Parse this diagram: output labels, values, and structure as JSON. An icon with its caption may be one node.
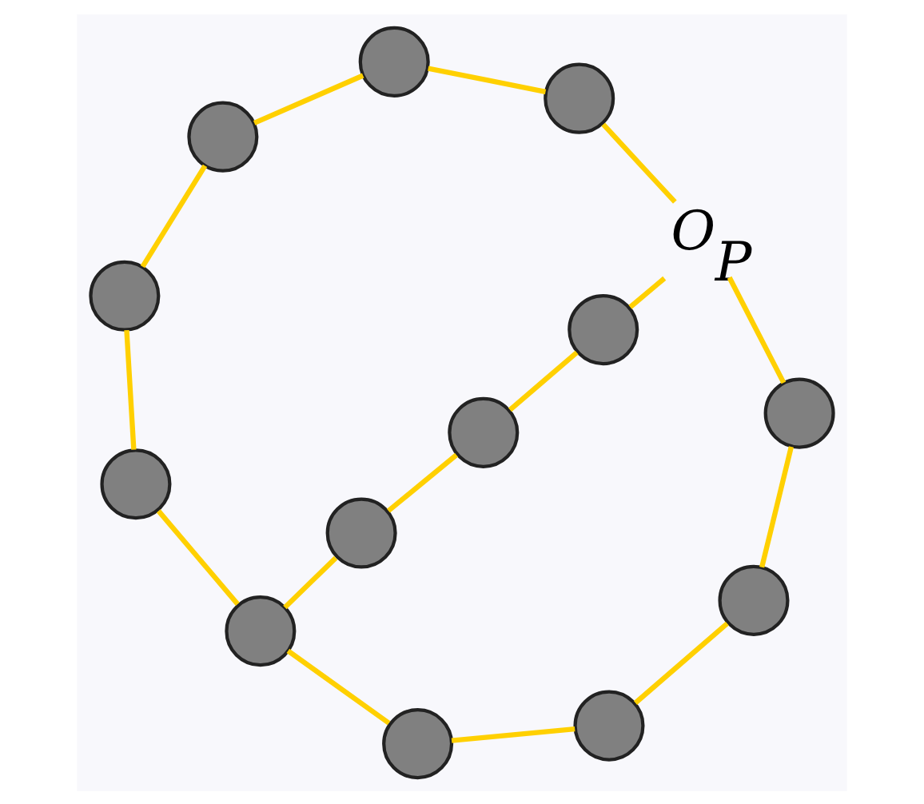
{
  "diagram": {
    "nodes": [
      {
        "text": [],
        "shape": "circle"
      },
      {
        "text": [],
        "shape": "circle"
      },
      {
        "text": [],
        "shape": "circle"
      },
      {
        "text": [],
        "shape": "circle"
      },
      {
        "text": [],
        "shape": "circle"
      },
      {
        "text": [],
        "shape": "circle"
      },
      {
        "text": [],
        "shape": "circle"
      },
      {
        "text": [],
        "shape": "circle"
      },
      {
        "text": [],
        "shape": "circle"
      },
      {
        "text": [],
        "shape": "circle"
      },
      {
        "text": [],
        "shape": "circle"
      },
      {
        "text": [],
        "shape": "circle"
      },
      {
        "text": [],
        "shape": "circle"
      },
      {
        "text": [],
        "shape": "point",
        "beside": [
          "O$_{P}$"
        ]
      }
    ],
    "edges": [
      {
        "from": 0,
        "to": 1,
        "arrow": "none"
      },
      {
        "from": 1,
        "to": 3,
        "arrow": "none"
      },
      {
        "from": 3,
        "to": 6,
        "arrow": "none"
      },
      {
        "from": 6,
        "to": 9,
        "arrow": "none"
      },
      {
        "from": 9,
        "to": 11,
        "arrow": "none"
      },
      {
        "from": 11,
        "to": 13,
        "arrow": "none"
      },
      {
        "from": 13,
        "to": 12,
        "arrow": "none"
      },
      {
        "from": 12,
        "to": 8,
        "arrow": "none"
      },
      {
        "from": 8,
        "to": 4,
        "arrow": "none"
      },
      {
        "from": 4,
        "to": 2,
        "arrow": "none"
      },
      {
        "from": 2,
        "to": 0,
        "arrow": "none"
      },
      {
        "from": 0,
        "to": 5,
        "arrow": "none"
      },
      {
        "from": 5,
        "to": 7,
        "arrow": "none"
      },
      {
        "from": 7,
        "to": 10,
        "arrow": "none"
      },
      {
        "from": 10,
        "to": 13,
        "arrow": "none"
      }
    ]
  }
}
